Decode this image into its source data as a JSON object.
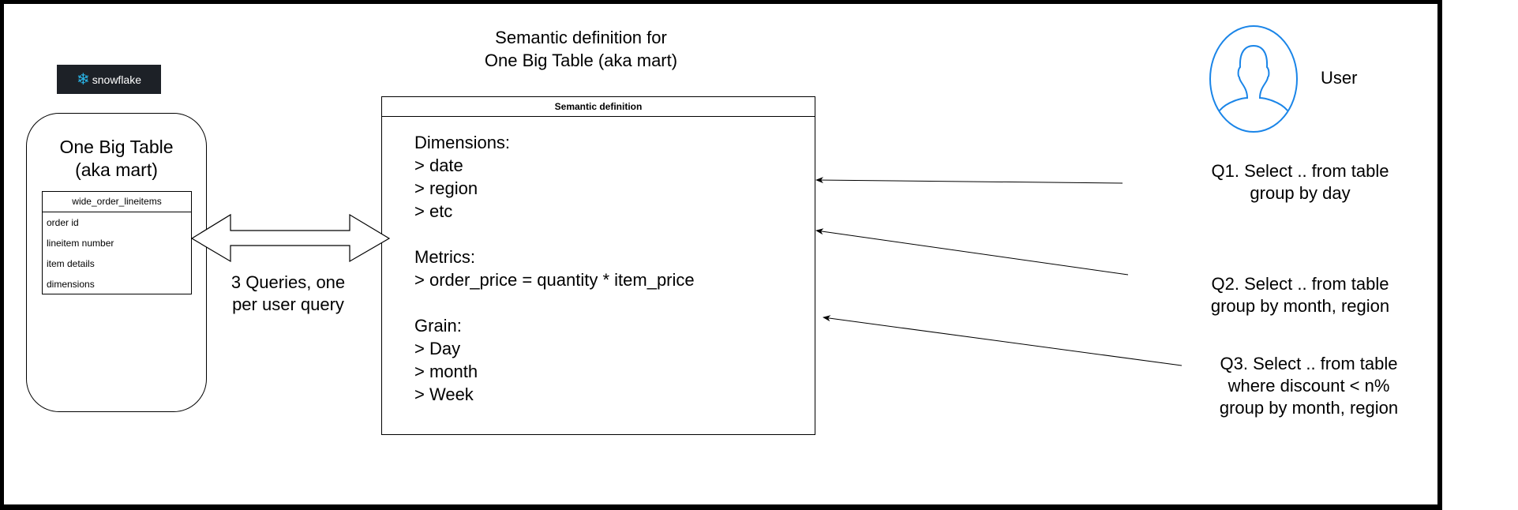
{
  "logo": {
    "text": "snowflake",
    "icon": "snowflake-icon"
  },
  "one_big_table": {
    "title_line1": "One Big Table",
    "title_line2": "(aka mart)",
    "table": {
      "name": "wide_order_lineitems",
      "rows": [
        "order id",
        "lineitem number",
        "item details",
        "dimensions"
      ]
    }
  },
  "connector_label": {
    "line1": "3 Queries, one",
    "line2": "per user query"
  },
  "semantic": {
    "title_line1": "Semantic definition for",
    "title_line2": "One Big Table (aka mart)",
    "box_header": "Semantic definition",
    "dimensions_heading": "Dimensions:",
    "dimensions": [
      "> date",
      "> region",
      "> etc"
    ],
    "metrics_heading": "Metrics:",
    "metrics": [
      "> order_price = quantity * item_price"
    ],
    "grain_heading": "Grain:",
    "grain": [
      "> Day",
      "> month",
      "> Week"
    ]
  },
  "user": {
    "label": "User",
    "icon": "user-icon",
    "color": "#1a85e8"
  },
  "queries": [
    {
      "lines": [
        "Q1. Select .. from table",
        "group by day"
      ]
    },
    {
      "lines": [
        "Q2. Select .. from table",
        "group by month, region"
      ]
    },
    {
      "lines": [
        "Q3. Select .. from table",
        "where discount < n%",
        "group by month, region"
      ]
    }
  ]
}
